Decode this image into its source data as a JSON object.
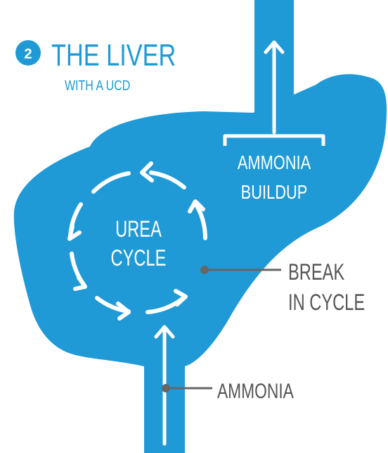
{
  "header": {
    "step_number": "2",
    "title": "THE LIVER",
    "subtitle": "WITH A UCD"
  },
  "labels": {
    "ammonia_buildup_line1": "AMMONIA",
    "ammonia_buildup_line2": "BUILDUP",
    "urea_cycle_line1": "UREA",
    "urea_cycle_line2": "CYCLE",
    "break_line1": "BREAK",
    "break_line2": "IN CYCLE",
    "ammonia": "AMMONIA"
  },
  "colors": {
    "liver_blue": "#1f9ad6",
    "white": "#ffffff",
    "callout_gray": "#666666",
    "label_gray": "#555555"
  },
  "icons": [
    "step-number-badge",
    "up-arrow-icon",
    "cycle-arrow-icon",
    "callout-dot"
  ]
}
